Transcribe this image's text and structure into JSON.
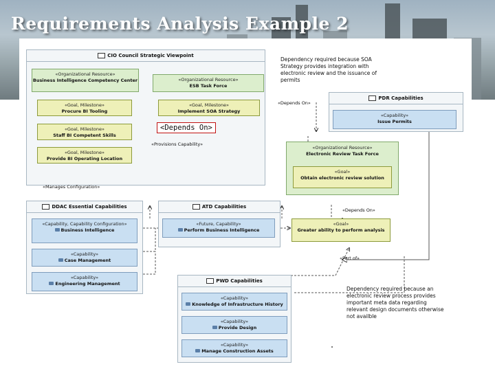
{
  "slide": {
    "title": "Requirements Analysis Example 2"
  },
  "callout": {
    "text": "<Depends On>"
  },
  "packages": {
    "cio": "CIO Council Strategic Viewpoint",
    "pdr": "PDR Capabilities",
    "ddac": "DDAC Essential Capabilities",
    "atd": "ATD Capabilities",
    "pwd": "PWD Capabilities"
  },
  "nodes": {
    "bicc": {
      "stereo": "«Organizational Resource»",
      "name": "Business Intelligence Competency Center"
    },
    "esb": {
      "stereo": "«Organizational Resource»",
      "name": "ESB Task Force"
    },
    "procure": {
      "stereo": "«Goal, Milestone»",
      "name": "Procure BI Tooling"
    },
    "soa": {
      "stereo": "«Goal, Milestone»",
      "name": "Implement SOA Strategy"
    },
    "staff": {
      "stereo": "«Goal, Milestone»",
      "name": "Staff BI Competent Skills"
    },
    "provide_bi": {
      "stereo": "«Goal, Milestone»",
      "name": "Provide BI Operating Location"
    },
    "permits": {
      "stereo": "«Capability»",
      "name": "Issue Permits"
    },
    "ertf": {
      "stereo": "«Organizational Resource»",
      "name": "Electronic Review Task Force"
    },
    "obtain": {
      "stereo": "«Goal»",
      "name": "Obtain electronic review solution"
    },
    "greater": {
      "stereo": "«Goal»",
      "name": "Greater ability to perform analysis"
    },
    "bi": {
      "stereo": "«Capability, Capability Configuration»",
      "name": "Business Intelligence"
    },
    "case": {
      "stereo": "«Capability»",
      "name": "Case Management"
    },
    "eng": {
      "stereo": "«Capability»",
      "name": "Engineering Management"
    },
    "future": {
      "stereo": "«Future, Capability»",
      "name": "Perform Business Intelligence"
    },
    "knowledge": {
      "stereo": "«Capability»",
      "name": "Knowledge of Infrastructure History"
    },
    "design": {
      "stereo": "«Capability»",
      "name": "Provide Design"
    },
    "construction": {
      "stereo": "«Capability»",
      "name": "Manage Construction Assets"
    }
  },
  "notes": {
    "soa": "Dependency required because SOA\nStrategy provides integration with\nelectronic review and the issuance of\npermits",
    "meta": "Dependency required because an\nelectronic review process provides\nimportant meta data regarding\nrelevant design documents otherwise\nnot availble"
  },
  "edges": {
    "depends_1": "«Depends On»",
    "provisions": "«Provisions Capability»",
    "manages": "«Manages Configuration»",
    "depends_2": "«Depends On»",
    "part_of": "«Part of»"
  },
  "colors": {
    "goal_fill": "#eef0b8",
    "org_fill": "#dceecd",
    "capability_fill": "#c9dff2",
    "callout_border": "#c01010"
  }
}
